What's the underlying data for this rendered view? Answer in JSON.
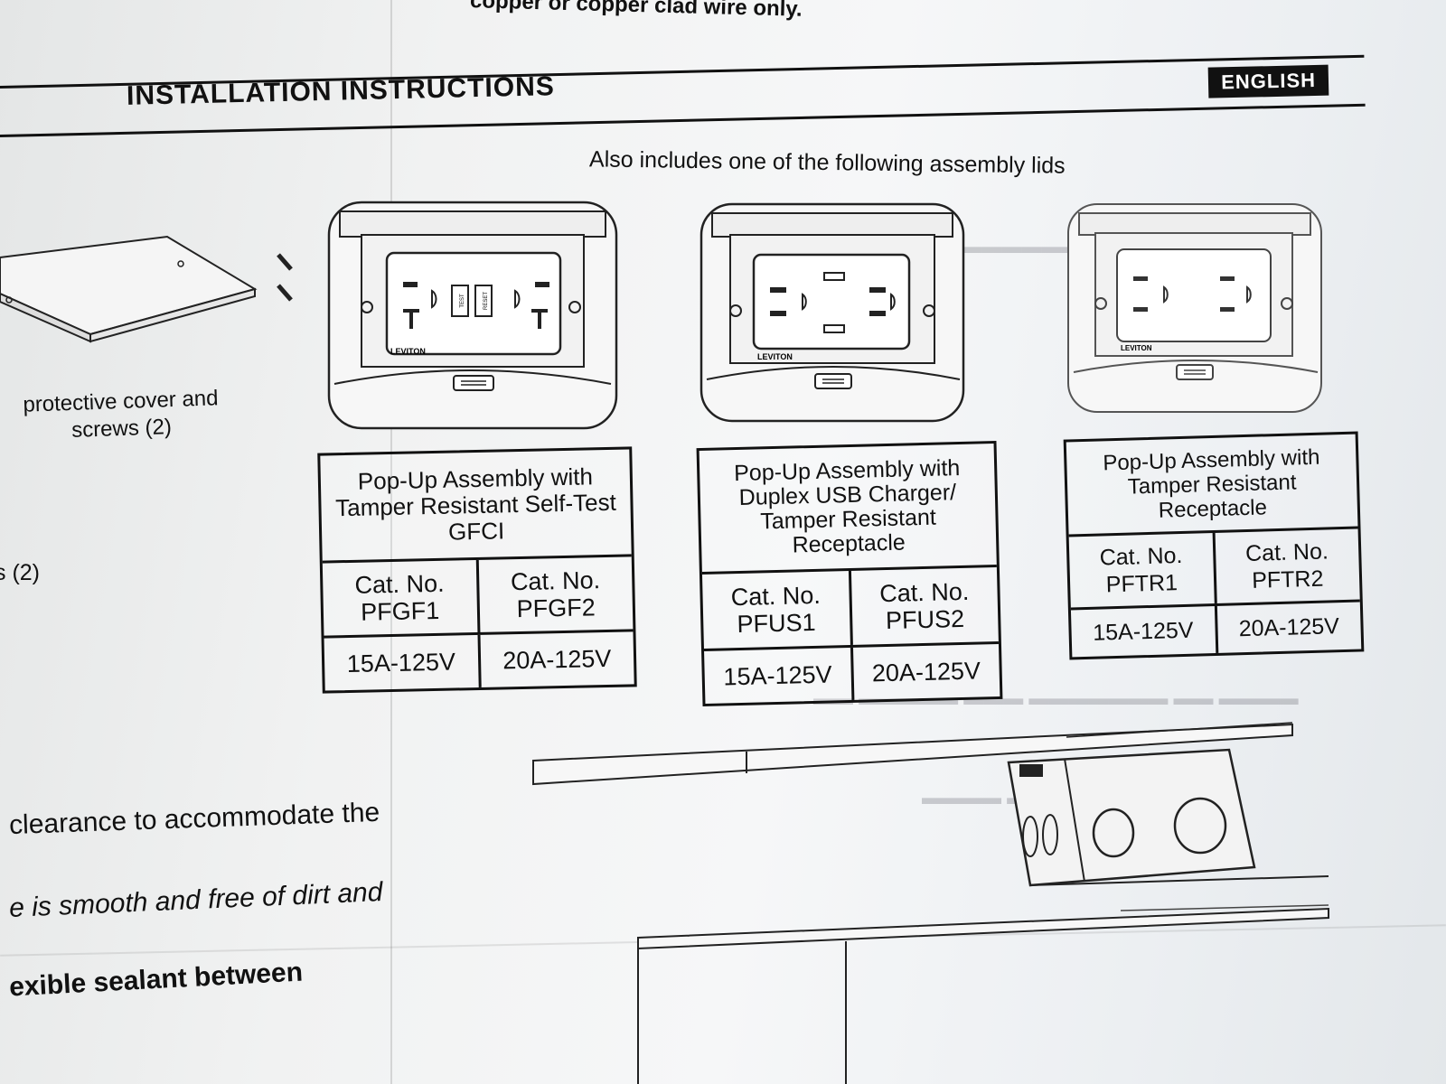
{
  "page": {
    "top_fragment": "copper or copper clad wire only.",
    "section_title": "INSTALLATION INSTRUCTIONS",
    "language_badge": "ENGLISH",
    "subtitle": "Also includes one of the following assembly lids"
  },
  "left_column": {
    "cover_label": "protective cover and screws (2)",
    "screws_fragment": "s (2)",
    "line_1": "clearance to accommodate the",
    "line_2": "e is smooth and free of dirt and",
    "line_3": "exible sealant between"
  },
  "products": [
    {
      "name": "Pop-Up Assembly with Tamper Resistant Self-Test GFCI",
      "models": [
        {
          "cat": "Cat. No. PFGF1",
          "rating": "15A-125V"
        },
        {
          "cat": "Cat. No. PFGF2",
          "rating": "20A-125V"
        }
      ],
      "brand": "LEVITON"
    },
    {
      "name": "Pop-Up Assembly with Duplex USB Charger/ Tamper Resistant Receptacle",
      "models": [
        {
          "cat": "Cat. No. PFUS1",
          "rating": "15A-125V"
        },
        {
          "cat": "Cat. No. PFUS2",
          "rating": "20A-125V"
        }
      ],
      "brand": "LEVITON"
    },
    {
      "name": "Pop-Up Assembly with Tamper Resistant Receptacle",
      "models": [
        {
          "cat": "Cat. No. PFTR1",
          "rating": "15A-125V"
        },
        {
          "cat": "Cat. No. PFTR2",
          "rating": "20A-125V"
        }
      ],
      "brand": "LEVITON"
    }
  ],
  "gfci_buttons": {
    "test": "TEST",
    "reset": "RESET"
  },
  "colors": {
    "ink": "#111111",
    "paper": "#f2f3f4"
  }
}
